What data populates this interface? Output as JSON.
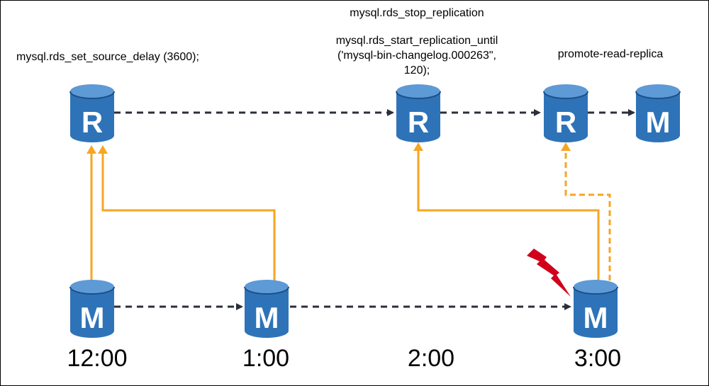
{
  "labels": {
    "set_source_delay": "mysql.rds_set_source_delay (3600);",
    "stop_replication": "mysql.rds_stop_replication",
    "start_until_1": "mysql.rds_start_replication_until",
    "start_until_2": "('mysql-bin-changelog.000263\",",
    "start_until_3": "120);",
    "promote": "promote-read-replica"
  },
  "times": [
    "12:00",
    "1:00",
    "2:00",
    "3:00"
  ],
  "nodes": {
    "replica_1": "R",
    "replica_2": "R",
    "replica_3": "R",
    "promoted_source": "M",
    "source_1200": "M",
    "source_100": "M",
    "source_300": "M"
  },
  "colors": {
    "db_fill": "#2e73b8",
    "db_top": "#5d9ad6",
    "db_dark": "#1d4f86",
    "replication_arrow": "#f5a623",
    "timeline_arrow": "#2b2f3a",
    "failure_bolt": "#d0021b"
  },
  "icons": {
    "failure": "lightning-bolt-icon",
    "database": "database-cylinder-icon"
  }
}
